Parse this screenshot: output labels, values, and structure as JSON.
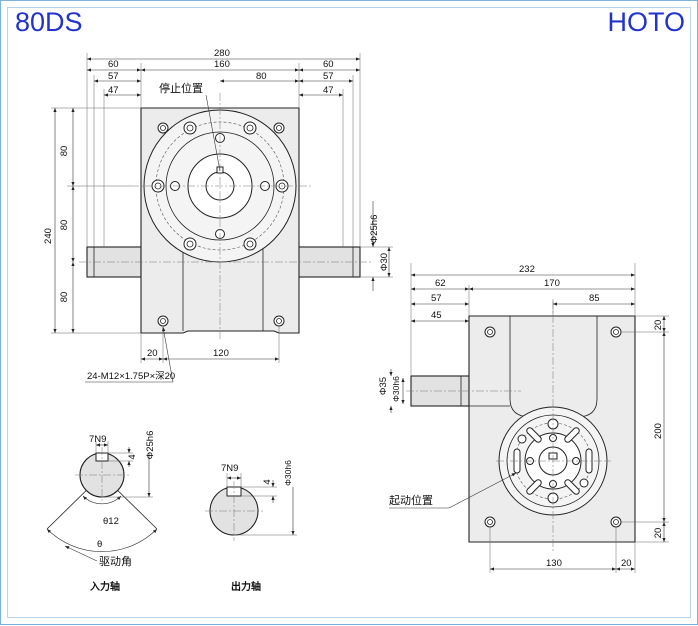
{
  "brand": {
    "model": "80DS",
    "name": "HOTO"
  },
  "front_view": {
    "dims_top": [
      "280",
      "160",
      "80",
      "60",
      "57",
      "47",
      "60",
      "57",
      "47"
    ],
    "label_stop": "停止位置",
    "dims_left": [
      "80",
      "80",
      "80",
      "240"
    ],
    "dims_right": [
      "Φ25h6",
      "Φ30"
    ],
    "dims_bottom": [
      "20",
      "120"
    ],
    "thread_note": "24-M12×1.75P×深20"
  },
  "side_view": {
    "dims_top": [
      "232",
      "62",
      "170",
      "57",
      "85",
      "45"
    ],
    "dims_left": [
      "Φ35",
      "Φ30h6"
    ],
    "dims_right": [
      "20",
      "200",
      "20"
    ],
    "dims_bottom": [
      "130",
      "20"
    ],
    "label_start": "起动位置"
  },
  "input_shaft": {
    "key": "7N9",
    "key_depth": "4",
    "diameter": "Φ25h6",
    "angle_small": "θ12",
    "angle": "θ",
    "angle_label": "驱动角",
    "caption": "入力轴"
  },
  "output_shaft": {
    "key": "7N9",
    "key_depth": "4",
    "diameter": "Φ30h6",
    "caption": "出力轴"
  }
}
